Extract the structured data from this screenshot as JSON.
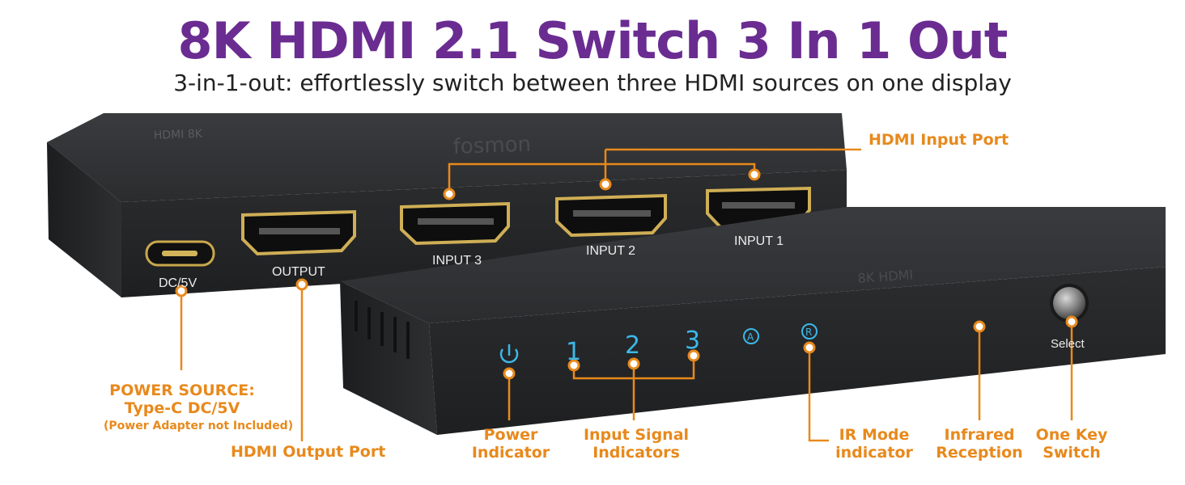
{
  "title": "8K HDMI 2.1 Switch 3 In 1 Out",
  "subtitle": "3-in-1-out: effortlessly switch between three HDMI sources on one display",
  "ports": {
    "dc": "DC/5V",
    "output": "OUTPUT",
    "input3": "INPUT 3",
    "input2": "INPUT 2",
    "input1": "INPUT 1"
  },
  "front": {
    "led1": "1",
    "led2": "2",
    "led3": "3",
    "select": "Select"
  },
  "callouts": {
    "hdmi_input_port": "HDMI Input Port",
    "power_source_l1": "POWER SOURCE:",
    "power_source_l2": "Type-C DC/5V",
    "power_source_l3": "(Power Adapter not Included)",
    "hdmi_output_port": "HDMI Output Port",
    "power_indicator_l1": "Power",
    "power_indicator_l2": "Indicator",
    "input_signal_l1": "Input Signal",
    "input_signal_l2": "Indicators",
    "ir_mode_l1": "IR Mode",
    "ir_mode_l2": "indicator",
    "infrared_l1": "Infrared",
    "infrared_l2": "Reception",
    "one_key_l1": "One Key",
    "one_key_l2": "Switch"
  },
  "colors": {
    "title": "#6a2c91",
    "callout": "#e8891c",
    "led": "#3cb8e8",
    "device": "#2a2b2d"
  }
}
